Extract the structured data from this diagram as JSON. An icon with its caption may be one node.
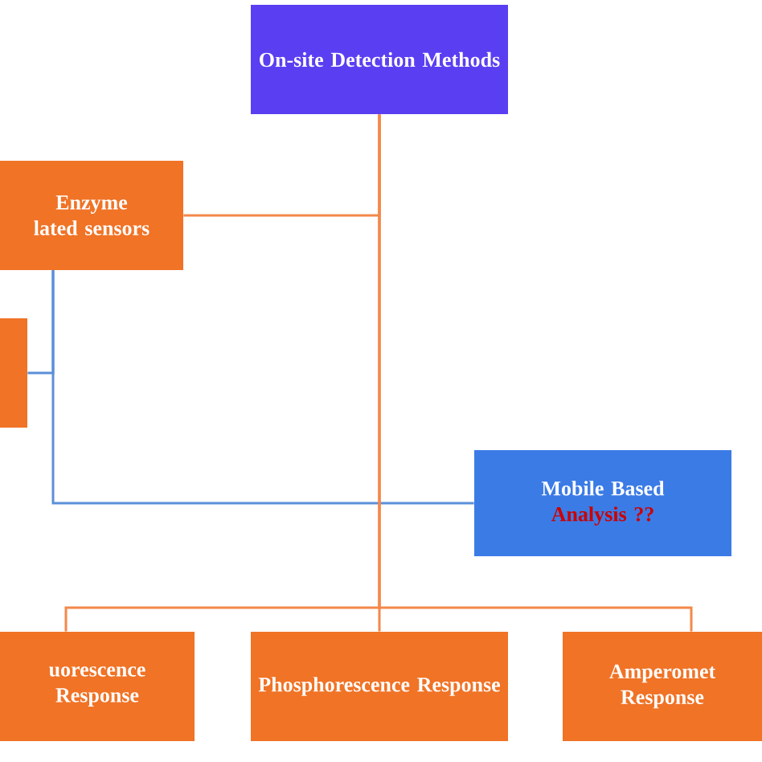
{
  "diagram": {
    "nodes": [
      {
        "text": [
          "On-site Detection Methods"
        ]
      },
      {
        "text": [
          "Enzyme lated sensors"
        ]
      },
      {
        "text": [],
        "shape": "box"
      },
      {
        "text": [
          "Mobile Based",
          "Analysis ??"
        ]
      },
      {
        "text": [
          "uorescence Response"
        ]
      },
      {
        "text": [
          "Phosphorescence Response"
        ]
      },
      {
        "text": [
          "Amperomet Response"
        ]
      }
    ],
    "edges": [
      {
        "from": 0,
        "to": 1,
        "arrow": "none"
      },
      {
        "from": 1,
        "to": 2,
        "arrow": "none",
        "color": "#5b8fd8"
      },
      {
        "from": 1,
        "to": 3,
        "arrow": "none",
        "color": "#5b8fd8"
      },
      {
        "from": 0,
        "to": 4,
        "arrow": "none"
      },
      {
        "from": 0,
        "to": 5,
        "arrow": "none"
      },
      {
        "from": 0,
        "to": 6,
        "arrow": "none"
      }
    ]
  }
}
